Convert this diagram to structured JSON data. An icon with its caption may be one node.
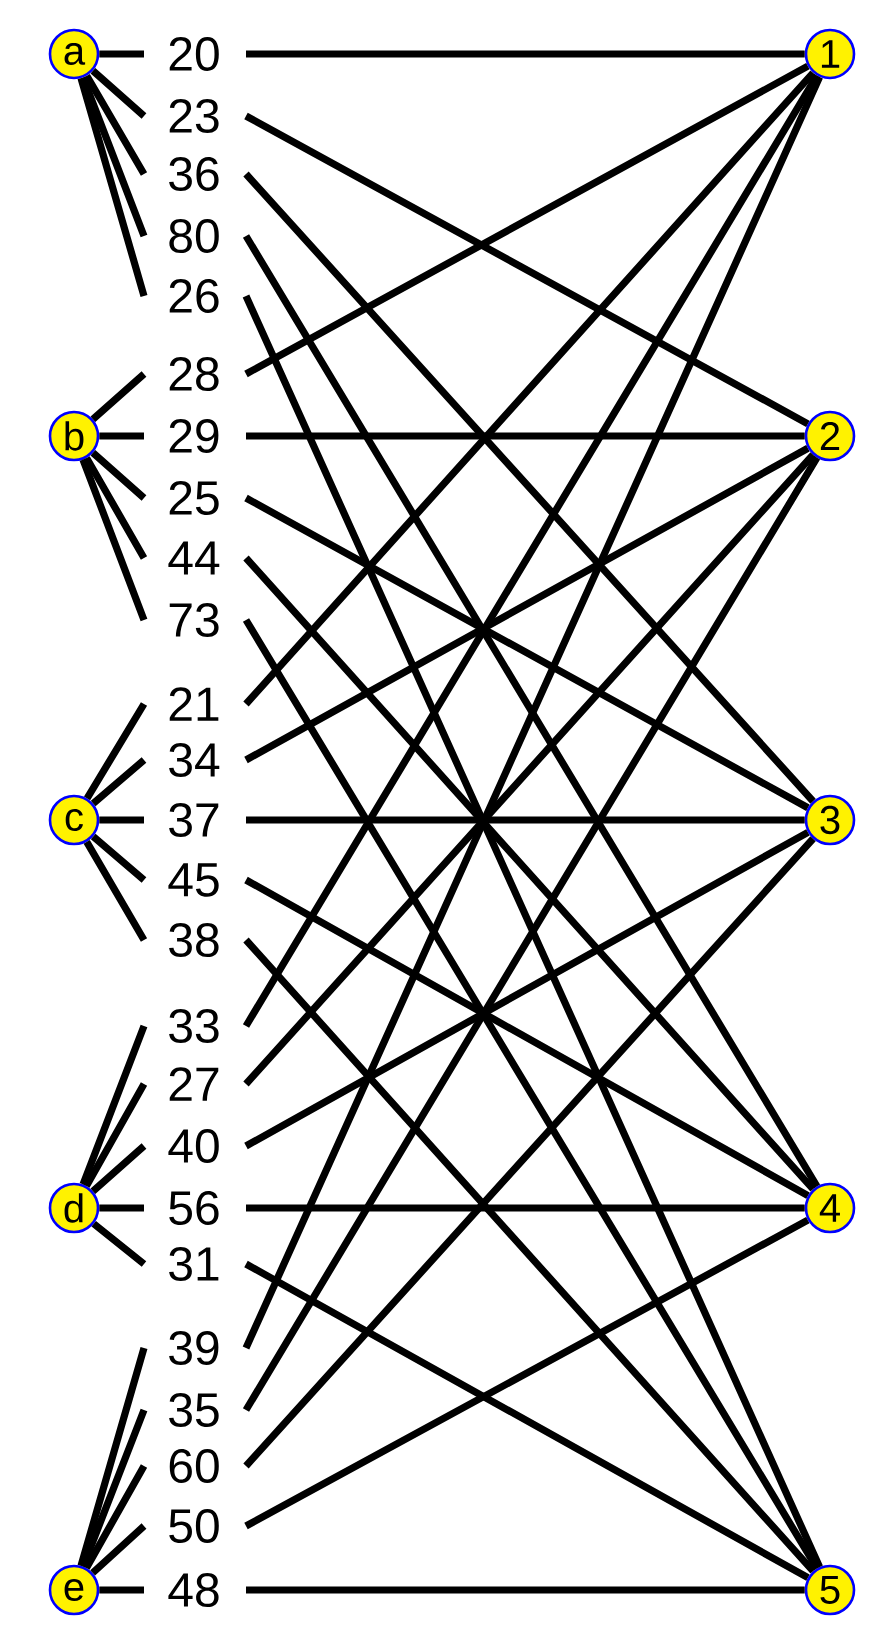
{
  "diagram": {
    "nodes": [
      {
        "text": [
          "a"
        ]
      },
      {
        "text": [
          "b"
        ]
      },
      {
        "text": [
          "c"
        ]
      },
      {
        "text": [
          "d"
        ]
      },
      {
        "text": [
          "e"
        ]
      },
      {
        "text": [
          "1"
        ]
      },
      {
        "text": [
          "2"
        ]
      },
      {
        "text": [
          "3"
        ]
      },
      {
        "text": [
          "4"
        ]
      },
      {
        "text": [
          "5"
        ]
      }
    ],
    "edges": [
      {
        "from": 0,
        "to": 5,
        "arrow": "none",
        "label": "20"
      },
      {
        "from": 0,
        "to": 6,
        "arrow": "none",
        "label": "23"
      },
      {
        "from": 0,
        "to": 7,
        "arrow": "none",
        "label": "36"
      },
      {
        "from": 0,
        "to": 8,
        "arrow": "none",
        "label": "80"
      },
      {
        "from": 0,
        "to": 9,
        "arrow": "none",
        "label": "26"
      },
      {
        "from": 1,
        "to": 5,
        "arrow": "none",
        "label": "28"
      },
      {
        "from": 1,
        "to": 6,
        "arrow": "none",
        "label": "29"
      },
      {
        "from": 1,
        "to": 7,
        "arrow": "none",
        "label": "25"
      },
      {
        "from": 1,
        "to": 8,
        "arrow": "none",
        "label": "44"
      },
      {
        "from": 1,
        "to": 9,
        "arrow": "none",
        "label": "73"
      },
      {
        "from": 2,
        "to": 5,
        "arrow": "none",
        "label": "21"
      },
      {
        "from": 2,
        "to": 6,
        "arrow": "none",
        "label": "34"
      },
      {
        "from": 2,
        "to": 7,
        "arrow": "none",
        "label": "37"
      },
      {
        "from": 2,
        "to": 8,
        "arrow": "none",
        "label": "45"
      },
      {
        "from": 2,
        "to": 9,
        "arrow": "none",
        "label": "38"
      },
      {
        "from": 3,
        "to": 5,
        "arrow": "none",
        "label": "33"
      },
      {
        "from": 3,
        "to": 6,
        "arrow": "none",
        "label": "27"
      },
      {
        "from": 3,
        "to": 7,
        "arrow": "none",
        "label": "40"
      },
      {
        "from": 3,
        "to": 8,
        "arrow": "none",
        "label": "56"
      },
      {
        "from": 3,
        "to": 9,
        "arrow": "none",
        "label": "31"
      },
      {
        "from": 4,
        "to": 5,
        "arrow": "none",
        "label": "39"
      },
      {
        "from": 4,
        "to": 6,
        "arrow": "none",
        "label": "35"
      },
      {
        "from": 4,
        "to": 7,
        "arrow": "none",
        "label": "60"
      },
      {
        "from": 4,
        "to": 8,
        "arrow": "none",
        "label": "50"
      },
      {
        "from": 4,
        "to": 9,
        "arrow": "none",
        "label": "48"
      }
    ]
  }
}
